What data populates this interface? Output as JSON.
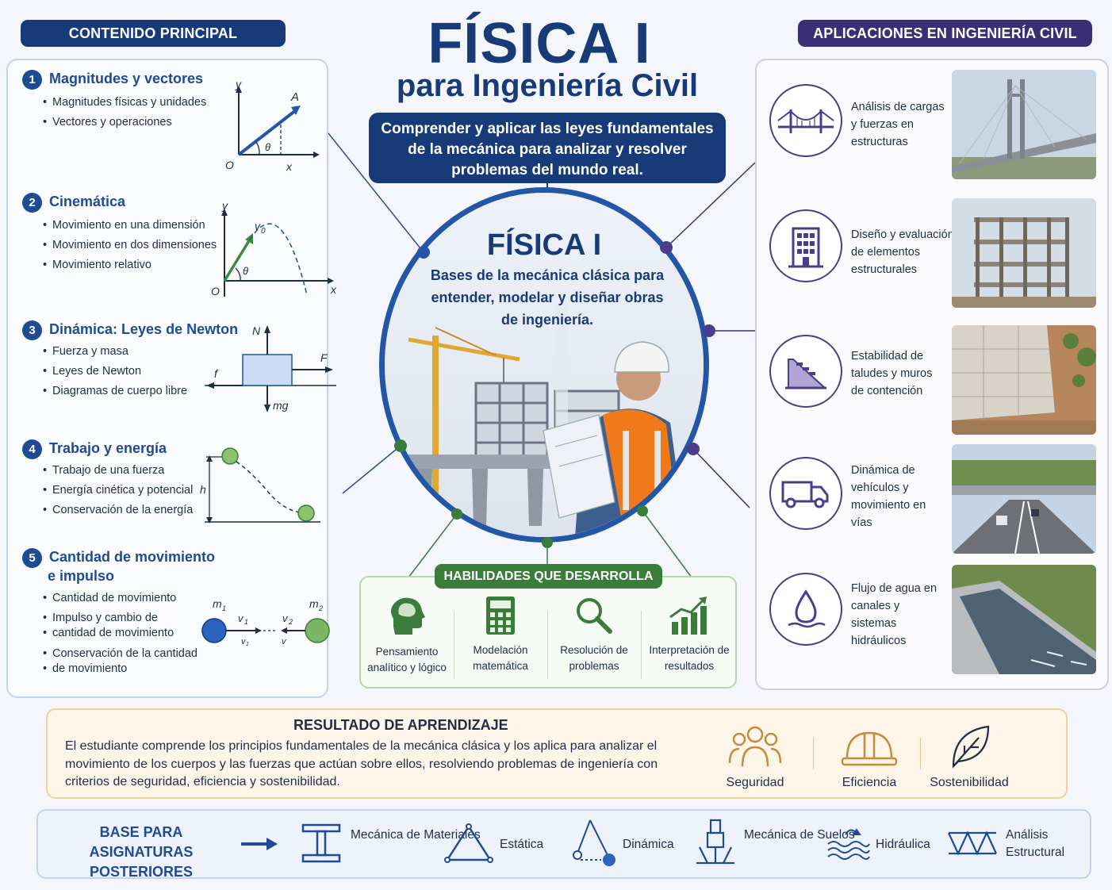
{
  "header": {
    "left_pill": "CONTENIDO PRINCIPAL",
    "right_pill": "APLICACIONES EN INGENIERÍA CIVIL",
    "title_main": "FÍSICA I",
    "title_sub": "para Ingeniería Civil",
    "objective": "Comprender y aplicar las leyes fundamentales de la mecánica para analizar y resolver problemas del mundo real."
  },
  "topics": [
    {
      "num": "1",
      "title": "Magnitudes y vectores",
      "items": [
        "Magnitudes físicas y unidades",
        "Vectores y operaciones"
      ]
    },
    {
      "num": "2",
      "title": "Cinemática",
      "items": [
        "Movimiento en una dimensión",
        "Movimiento en dos dimensiones",
        "Movimiento relativo"
      ]
    },
    {
      "num": "3",
      "title": "Dinámica: Leyes de Newton",
      "items": [
        "Fuerza y masa",
        "Leyes de Newton",
        "Diagramas de cuerpo libre"
      ]
    },
    {
      "num": "4",
      "title": "Trabajo y energía",
      "items": [
        "Trabajo de una fuerza",
        "Energía cinética y potencial",
        "Conservación de la energía"
      ]
    },
    {
      "num": "5",
      "title_line1": "Cantidad de movimiento",
      "title_line2": "e impulso",
      "items": [
        "Cantidad de movimiento",
        "Impulso y cambio de",
        "cantidad de movimiento",
        "Conservación de la cantidad",
        "de movimiento"
      ]
    }
  ],
  "diagram_labels": {
    "d1": {
      "y": "y",
      "x": "x",
      "o": "O",
      "a": "A",
      "theta": "θ"
    },
    "d2": {
      "y": "y",
      "x": "x",
      "o": "O",
      "v0": "v",
      "v0_sub": "0",
      "theta": "θ"
    },
    "d3": {
      "n": "N",
      "f_right": "F",
      "f_left": "f",
      "mg": "mg"
    },
    "d4": {
      "h": "h"
    },
    "d5": {
      "m1": "m",
      "m1_sub": "1",
      "m2": "m",
      "m2_sub": "2",
      "v1": "v",
      "v1_sub": "1",
      "v2": "v",
      "v2_sub": "2",
      "v1b": "v",
      "v1b_sub": "1",
      "vb": "v"
    }
  },
  "center": {
    "title": "FÍSICA I",
    "subtitle": "Bases de la mecánica clásica para entender, modelar y diseñar obras de ingeniería."
  },
  "skills": {
    "pill": "HABILIDADES QUE DESARROLLA",
    "items": [
      {
        "label": "Pensamiento analítico y lógico",
        "icon": "brain-head-icon"
      },
      {
        "label": "Modelación matemática",
        "icon": "calculator-icon"
      },
      {
        "label": "Resolución de problemas",
        "icon": "magnifier-icon"
      },
      {
        "label": "Interpretación de resultados",
        "icon": "growth-chart-icon"
      }
    ]
  },
  "applications": [
    {
      "text": "Análisis de cargas y fuerzas en estructuras",
      "icon": "bridge-icon"
    },
    {
      "text": "Diseño y evaluación de elementos estructurales",
      "icon": "building-icon"
    },
    {
      "text": "Estabilidad de taludes y muros de contención",
      "icon": "slope-wall-icon"
    },
    {
      "text": "Dinámica de vehículos y movimiento en vías",
      "icon": "truck-icon"
    },
    {
      "text": "Flujo de agua en canales y sistemas hidráulicos",
      "icon": "water-drop-icon"
    }
  ],
  "result": {
    "title": "RESULTADO DE APRENDIZAJE",
    "text": "El estudiante comprende los principios fundamentales de la mecánica clásica y los aplica para analizar el movimiento de los cuerpos y las fuerzas que actúan sobre ellos, resolviendo problemas de ingeniería con criterios de seguridad, eficiencia y sostenibilidad.",
    "values": [
      {
        "label": "Seguridad",
        "icon": "people-group-icon"
      },
      {
        "label": "Eficiencia",
        "icon": "hard-hat-icon"
      },
      {
        "label": "Sostenibilidad",
        "icon": "leaf-icon"
      }
    ]
  },
  "base": {
    "title": "BASE PARA ASIGNATURAS POSTERIORES",
    "subjects": [
      {
        "label": "Mecánica de Materiales",
        "icon": "i-beam-icon"
      },
      {
        "label": "Estática",
        "icon": "triangle-icon"
      },
      {
        "label": "Dinámica",
        "icon": "pendulum-icon"
      },
      {
        "label": "Mecánica de Suelos",
        "icon": "soil-drill-icon"
      },
      {
        "label": "Hidráulica",
        "icon": "waves-icon"
      },
      {
        "label": "Análisis Estructural",
        "icon": "truss-icon"
      }
    ]
  },
  "colors": {
    "primary": "#173a78",
    "accent_purple": "#3a2f74",
    "skills_green": "#3a7d3a",
    "result_bg": "#fdf6e8"
  }
}
